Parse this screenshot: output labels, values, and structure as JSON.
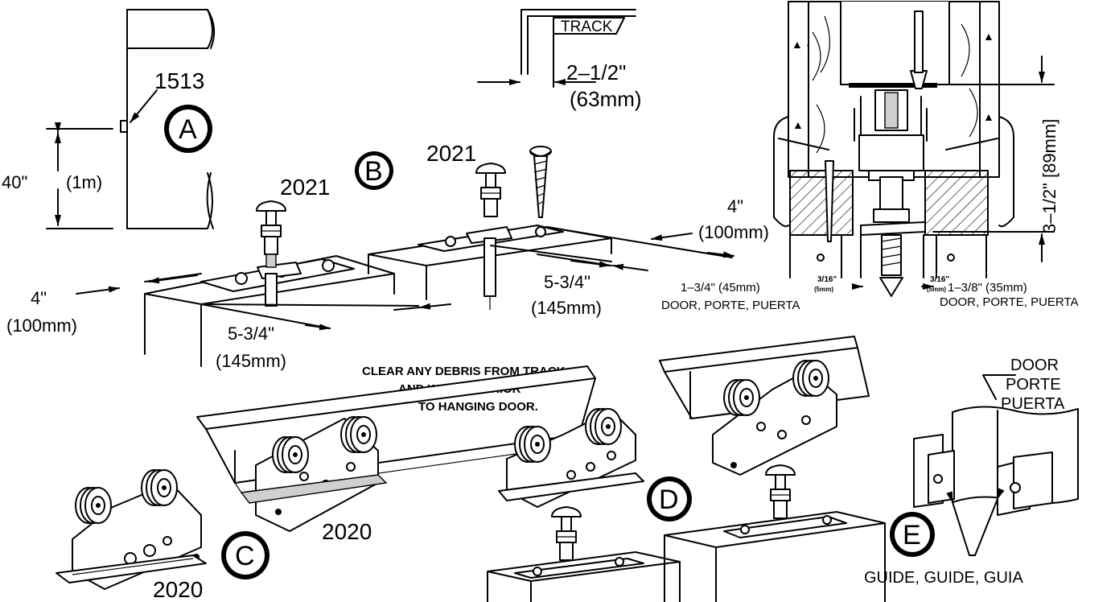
{
  "steps": {
    "a": "A",
    "b": "B",
    "c": "C",
    "d": "D",
    "e": "E"
  },
  "step_a": {
    "part": "1513",
    "height_imperial": "40\"",
    "height_metric": "(1m)"
  },
  "step_b": {
    "part_left": "2021",
    "part_right": "2021",
    "left_depth_imperial": "4\"",
    "left_depth_metric": "(100mm)",
    "left_width_imperial": "5-3/4\"",
    "left_width_metric": "(145mm)",
    "right_depth_imperial": "4\"",
    "right_depth_metric": "(100mm)",
    "right_width_imperial": "5-3/4\"",
    "right_width_metric": "(145mm)"
  },
  "track_detail": {
    "label": "TRACK",
    "offset_imperial": "2–1/2\"",
    "offset_metric": "(63mm)"
  },
  "section": {
    "height": "3–1/2\"  [89mm]",
    "left_gap_imperial": "3/16\"",
    "left_gap_metric": "(5mm)",
    "left_door": "1–3/4\" (45mm)",
    "right_gap_imperial": "3/16\"",
    "right_gap_metric": "(5mm)",
    "right_door": "1–3/8\" (35mm)",
    "door_left": "DOOR, PORTE, PUERTA",
    "door_right": "DOOR, PORTE, PUERTA"
  },
  "note": {
    "line1": "CLEAR ANY DEBRIS FROM TRACK",
    "line2": "AND WHEELS PRIOR",
    "line3": "TO HANGING DOOR."
  },
  "step_c": {
    "part_left": "2020",
    "part_right": "2020"
  },
  "step_e": {
    "door1": "DOOR",
    "door2": "PORTE",
    "door3": "PUERTA",
    "guides": "GUIDE,  GUIDE,  GUIA"
  }
}
